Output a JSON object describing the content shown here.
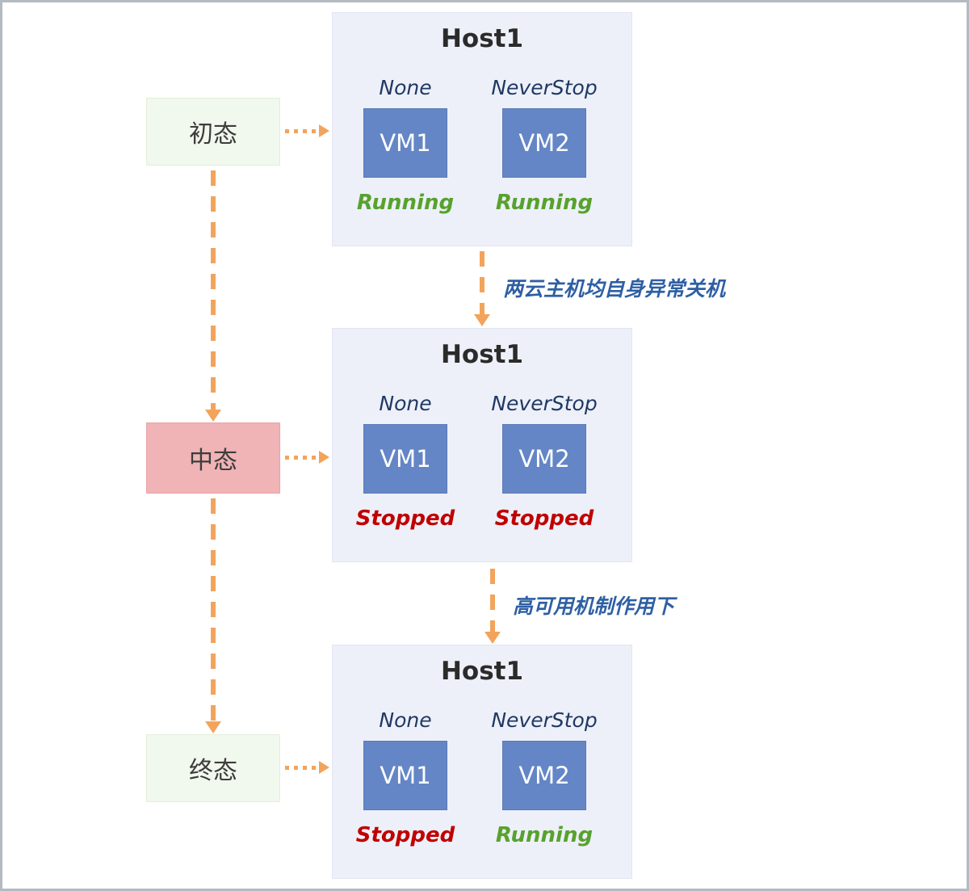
{
  "diagram": {
    "states": [
      {
        "label": "初态",
        "variant": "state-green"
      },
      {
        "label": "中态",
        "variant": "state-red"
      },
      {
        "label": "终态",
        "variant": "state-green"
      }
    ],
    "hosts": [
      {
        "title": "Host1",
        "vms": [
          {
            "policy": "None",
            "name": "VM1",
            "status": "Running",
            "status_class": "running"
          },
          {
            "policy": "NeverStop",
            "name": "VM2",
            "status": "Running",
            "status_class": "running"
          }
        ]
      },
      {
        "title": "Host1",
        "vms": [
          {
            "policy": "None",
            "name": "VM1",
            "status": "Stopped",
            "status_class": "stopped"
          },
          {
            "policy": "NeverStop",
            "name": "VM2",
            "status": "Stopped",
            "status_class": "stopped"
          }
        ]
      },
      {
        "title": "Host1",
        "vms": [
          {
            "policy": "None",
            "name": "VM1",
            "status": "Stopped",
            "status_class": "stopped"
          },
          {
            "policy": "NeverStop",
            "name": "VM2",
            "status": "Running",
            "status_class": "running"
          }
        ]
      }
    ],
    "transitions": [
      {
        "label": "两云主机均自身异常关机"
      },
      {
        "label": "高可用机制作用下"
      }
    ],
    "colors": {
      "arrow": "#F2A45C",
      "panel_bg": "#EDF0F8",
      "vm_bg": "#6486C6",
      "state_green_bg": "#F1F8ED",
      "state_red_bg": "#F0B3B6",
      "running": "#57A22E",
      "stopped": "#C00000",
      "policy_text": "#1F3864",
      "transition_text": "#2E5FA3"
    }
  }
}
